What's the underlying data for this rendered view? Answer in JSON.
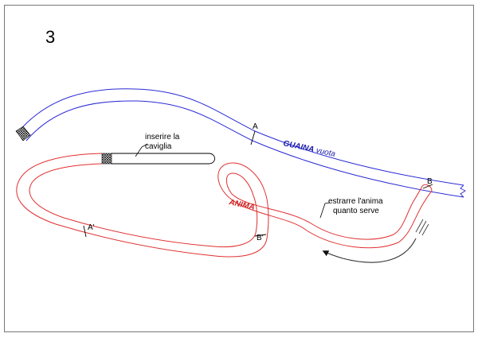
{
  "figure": {
    "step_number": "3",
    "sheath_label_bold": "GUAINA",
    "sheath_label_rest": " vuota",
    "core_label": "ANIMA",
    "insert_note_line1": "inserire la",
    "insert_note_line2": "caviglia",
    "extract_note_line1": "estrarre l'anima",
    "extract_note_line2": "quanto serve",
    "marker_a": "A",
    "marker_b": "B",
    "marker_a_prime": "A'",
    "marker_b_prime": "B'",
    "colors": {
      "sheath": "#2a2ad6",
      "core": "#e03030",
      "arrow": "#333333",
      "border": "#555555"
    }
  }
}
